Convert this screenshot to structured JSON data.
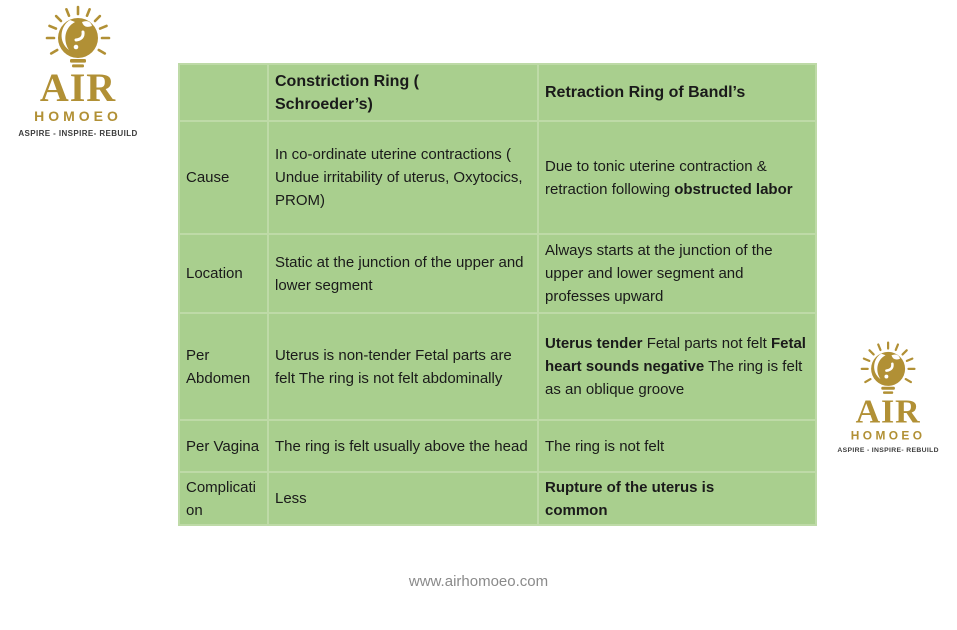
{
  "colors": {
    "brand_gold": "#b19035",
    "table_green": "#a9cf8e",
    "table_border": "#bedaa7",
    "text_dark": "#1a1a1a",
    "tagline_dark": "#3d3d3d",
    "footer_gray": "#8a8a8a"
  },
  "logo": {
    "name": "AIR",
    "subtitle": "HOMOEO",
    "tagline": "ASPIRE - INSPIRE- REBUILD"
  },
  "footer": {
    "website": "www.airhomoeo.com"
  },
  "table": {
    "header": {
      "col1": "",
      "col2_line1": "Constriction Ring (",
      "col2_line2": "Schroeder’s)",
      "col3": "Retraction Ring of Bandl’s"
    },
    "rows": [
      {
        "label": "Cause",
        "schroeder": [
          {
            "text": "In co-ordinate uterine contractions ( Undue irritability of uterus, Oxytocics, PROM)",
            "bold": false
          }
        ],
        "bandl": [
          {
            "text": "Due to tonic uterine contraction & retraction following ",
            "bold": false
          },
          {
            "text": "obstructed labor",
            "bold": true
          }
        ]
      },
      {
        "label": "Location",
        "schroeder": [
          {
            "text": "Static at the junction of the upper and lower segment",
            "bold": false
          }
        ],
        "bandl": [
          {
            "text": "Always starts at the junction of the upper and lower segment and professes upward",
            "bold": false
          }
        ]
      },
      {
        "label": "Per Abdomen",
        "schroeder": [
          {
            "text": "Uterus is non-tender Fetal parts are felt The ring is not felt abdominally",
            "bold": false
          }
        ],
        "bandl": [
          {
            "text": "Uterus tender",
            "bold": true
          },
          {
            "text": " Fetal parts not felt ",
            "bold": false
          },
          {
            "text": "Fetal heart sounds negative",
            "bold": true
          },
          {
            "text": " The ring is felt as an oblique groove",
            "bold": false
          }
        ]
      },
      {
        "label": "Per Vagina",
        "schroeder": [
          {
            "text": "The ring is felt usually above the head",
            "bold": false
          }
        ],
        "bandl": [
          {
            "text": "The ring is not felt",
            "bold": false
          }
        ]
      },
      {
        "label": "Complication",
        "schroeder": [
          {
            "text": "Less",
            "bold": false
          }
        ],
        "bandl": [
          {
            "text": "Rupture of the uterus is common",
            "bold": true
          }
        ]
      }
    ]
  }
}
